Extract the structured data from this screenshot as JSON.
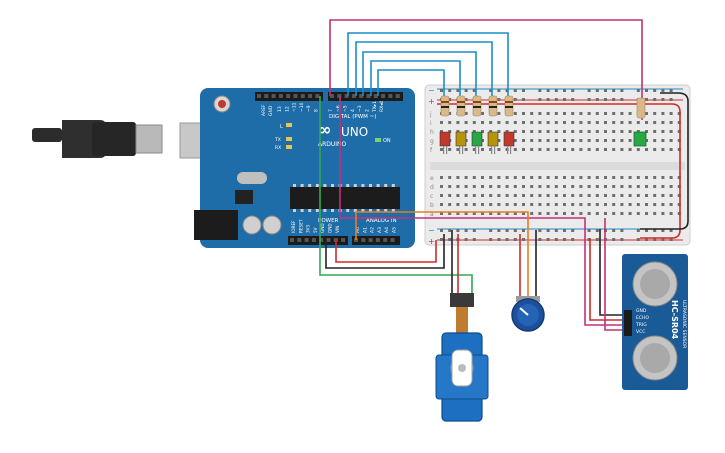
{
  "arduino": {
    "model_label": "UNO",
    "brand_label": "ARDUINO",
    "digital_label": "DIGITAL (PWM ~)",
    "power_label": "POWER",
    "analog_label": "ANALOG IN",
    "on_label": "ON",
    "l_label": "L",
    "tx_label": "TX",
    "rx_label": "RX",
    "aref_label": "AREF",
    "gnd_label": "GND",
    "power_pins": [
      "IOREF",
      "RESET",
      "3V3",
      "5V",
      "GND",
      "GND",
      "VIN"
    ],
    "analog_pins": [
      "A0",
      "A1",
      "A2",
      "A3",
      "A4",
      "A5"
    ],
    "digital_pins": [
      "13",
      "12",
      "~11",
      "~10",
      "~9",
      "8",
      "7",
      "~6",
      "~5",
      "4",
      "~3",
      "2",
      "TX▸1",
      "RX◂0"
    ],
    "board_color": "#1f6da8"
  },
  "breadboard": {
    "row_letters_top": [
      "j",
      "i",
      "h",
      "g",
      "f"
    ],
    "row_letters_bottom": [
      "e",
      "d",
      "c",
      "b",
      "a"
    ],
    "column_count": 30,
    "plus_label": "+",
    "minus_label": "−"
  },
  "leds": [
    {
      "color": "#c0392b"
    },
    {
      "color": "#b7950b"
    },
    {
      "color": "#28a745"
    },
    {
      "color": "#b7950b"
    },
    {
      "color": "#c0392b"
    }
  ],
  "standalone_led": {
    "color": "#28a745"
  },
  "sensor": {
    "title": "HC-SR04",
    "pins": [
      "GND",
      "ECHO",
      "TRIG",
      "VCC"
    ],
    "silkscreen": "ULTRASONIC SENSOR",
    "color": "#1a5a96"
  },
  "servo": {
    "color": "#1d6fc2"
  },
  "potentiometer": {
    "color": "#1e4f9c"
  },
  "wire_colors": {
    "magenta": "#c2317a",
    "blue": "#1a8ec8",
    "red": "#d12b2b",
    "black": "#222222",
    "green": "#34a853",
    "orange": "#e67e22"
  }
}
